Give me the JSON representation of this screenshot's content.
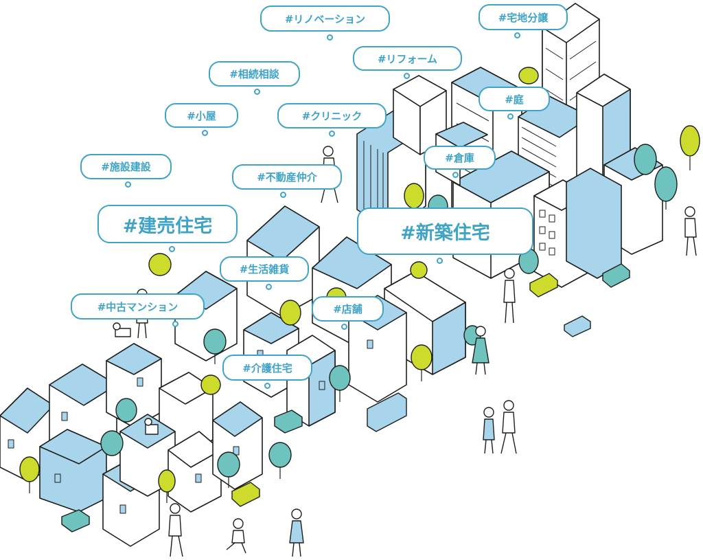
{
  "tags": {
    "renovation": "#リノベーション",
    "land_subdivision": "#宅地分譲",
    "reform": "#リフォーム",
    "inheritance": "#相続相談",
    "garden": "#庭",
    "hut": "#小屋",
    "clinic": "#クリニック",
    "warehouse": "#倉庫",
    "facility": "#施設建設",
    "brokerage": "#不動産仲介",
    "built_for_sale": "#建売住宅",
    "new_house": "#新築住宅",
    "general_goods": "#生活雑貨",
    "used_condo": "#中古マンション",
    "shop": "#店舗",
    "care_house": "#介護住宅"
  },
  "colors": {
    "accent": "#3fa3c6",
    "roof": "#a8d4ec",
    "tree_yellow": "#cddc2c",
    "tree_teal": "#6ec3be",
    "line": "#1d1d1b"
  },
  "icon_names": [
    "house-icon",
    "building-icon",
    "tree-icon",
    "car-icon",
    "bus-icon",
    "person-icon",
    "cat-icon",
    "dog-icon"
  ]
}
